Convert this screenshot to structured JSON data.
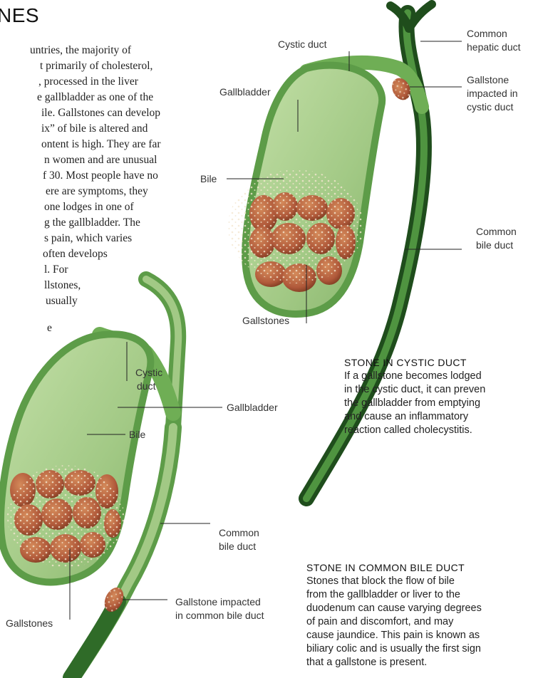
{
  "title": "NES",
  "body_lines": [
    "untries, the majority of",
    "t primarily of cholesterol,",
    ", processed in the liver",
    "e gallbladder as one of the",
    "ile. Gallstones can develop",
    "ix” of bile is altered and",
    "ontent is high. They are far",
    "n women and are unusual",
    "f 30. Most people have no",
    "ere are symptoms, they",
    "one lodges in one of",
    "g the gallbladder. The",
    "s pain, which varies",
    "often develops",
    "l. For",
    "llstones,",
    "usually",
    "e"
  ],
  "figure_top": {
    "labels": {
      "cystic_duct": "Cystic duct",
      "common_hepatic_duct": [
        "Common",
        "hepatic duct"
      ],
      "gallbladder": "Gallbladder",
      "gallstone_impacted": [
        "Gallstone",
        "impacted in",
        "cystic duct"
      ],
      "bile": "Bile",
      "common_bile_duct": [
        "Common",
        "bile duct"
      ],
      "gallstones": "Gallstones"
    },
    "caption": {
      "heading": "STONE IN CYSTIC DUCT",
      "lines": [
        "If a gallstone becomes lodged",
        "in the cystic duct, it can preven",
        "the gallbladder from emptying",
        "and cause an inflammatory",
        "reaction called cholecystitis."
      ]
    }
  },
  "figure_bottom": {
    "labels": {
      "cystic_duct": [
        "Cystic",
        "duct"
      ],
      "gallbladder": "Gallbladder",
      "bile": "Bile",
      "common_bile_duct": [
        "Common",
        "bile duct"
      ],
      "gallstones": "Gallstones",
      "gallstone_impacted": [
        "Gallstone impacted",
        "in common bile duct"
      ]
    },
    "caption": {
      "heading": "STONE IN COMMON BILE DUCT",
      "lines": [
        "Stones that block the flow of bile",
        "from the gallbladder or liver to the",
        "duodenum can cause varying degrees",
        "of pain and discomfort, and may",
        "cause jaundice. This pain is known as",
        "biliary colic and is usually the first sign",
        "that a gallstone is present."
      ]
    }
  },
  "colors": {
    "bile_fill": "#a7cc8a",
    "wall": "#5d9c48",
    "duct_dark": "#2f6b28",
    "stone": "#b9643a",
    "stone_spots": "#f4e6cf"
  }
}
